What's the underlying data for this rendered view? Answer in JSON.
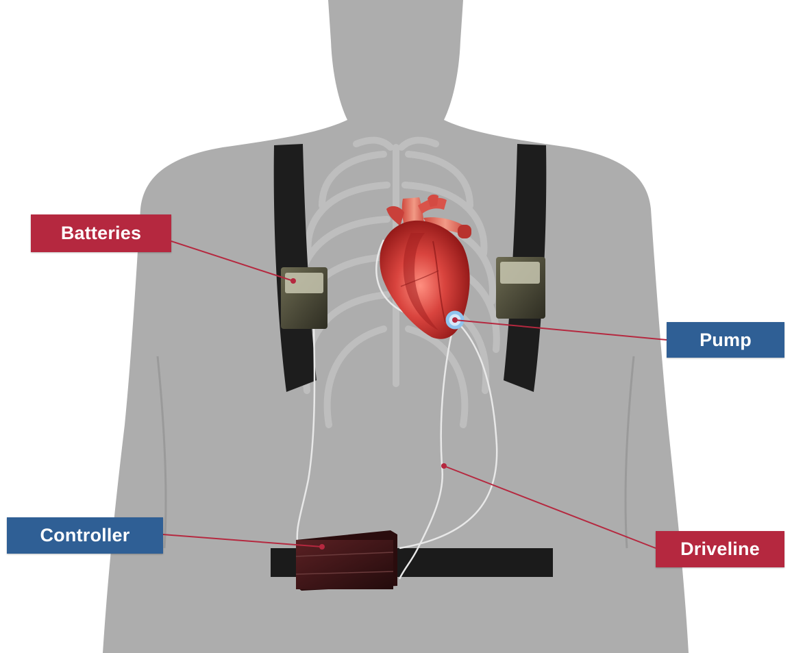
{
  "labels": {
    "batteries": "Batteries",
    "pump": "Pump",
    "controller": "Controller",
    "driveline": "Driveline"
  },
  "colors": {
    "red_label": "#b5283f",
    "blue_label": "#2f5f95",
    "leader_line": "#b5283f",
    "body": "#adadad",
    "strap": "#1d1d1d",
    "battery": "#5b5a43",
    "controller": "#4a1518",
    "pump_ring": "#8fc4ee",
    "heart": "#c83232"
  },
  "icons": [
    "human-torso-silhouette",
    "heart-illustration",
    "ribcage-illustration"
  ]
}
